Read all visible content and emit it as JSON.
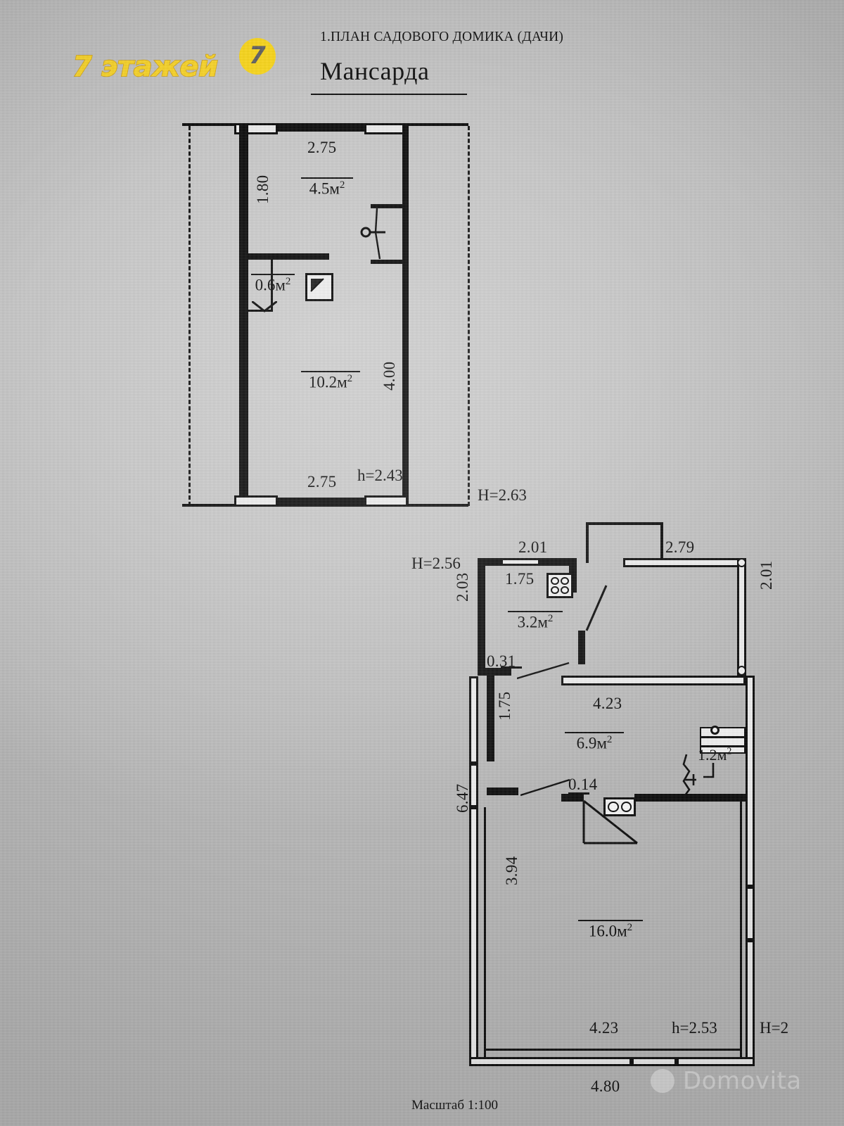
{
  "branding": {
    "logo_text": "7 этажей",
    "badge_digit": "7",
    "logo_color": "#f6d32d",
    "badge_bg": "#f7d520",
    "badge_fg": "#636363"
  },
  "header": {
    "plan_caption": "1.ПЛАН САДОВОГО ДОМИКА (ДАЧИ)",
    "floor_title": "Мансарда"
  },
  "attic_plan": {
    "name": "Мансарда",
    "dims": {
      "top_width": "2.75",
      "bottom_width": "2.75",
      "left_upper_height": "1.80",
      "right_height": "4.00"
    },
    "rooms": [
      {
        "area": "4.5",
        "unit": "м",
        "exp": "2"
      },
      {
        "area": "0.6",
        "unit": "м",
        "exp": "2"
      },
      {
        "area": "10.2",
        "unit": "м",
        "exp": "2"
      }
    ],
    "heights": {
      "inner": "h=2.43",
      "outer": "H=2.63"
    }
  },
  "ground_plan": {
    "dims": {
      "kitchen_top": "2.01",
      "kitchen_inner": "1.75",
      "terrace_top": "2.79",
      "left_upper": "2.03",
      "left_total": "6.47",
      "left_lower": "3.94",
      "right_side": "2.01",
      "hall_height": "1.75",
      "opening_a": "0.31",
      "opening_b": "0.14",
      "room_width": "4.23",
      "bottom_width": "4.23",
      "overall_bottom": "4.80"
    },
    "rooms": [
      {
        "area": "3.2",
        "unit": "м",
        "exp": "2"
      },
      {
        "area": "6.9",
        "unit": "м",
        "exp": "2"
      },
      {
        "area": "1.2",
        "unit": "м",
        "exp": "2"
      },
      {
        "area": "16.0",
        "unit": "м",
        "exp": "2"
      }
    ],
    "heights": {
      "kitchen_outer": "H=2.56",
      "inner": "h=2.53",
      "outer": "H=2"
    }
  },
  "footer": {
    "scale": "Масштаб 1:100"
  },
  "watermark": {
    "text": "Domovita"
  }
}
